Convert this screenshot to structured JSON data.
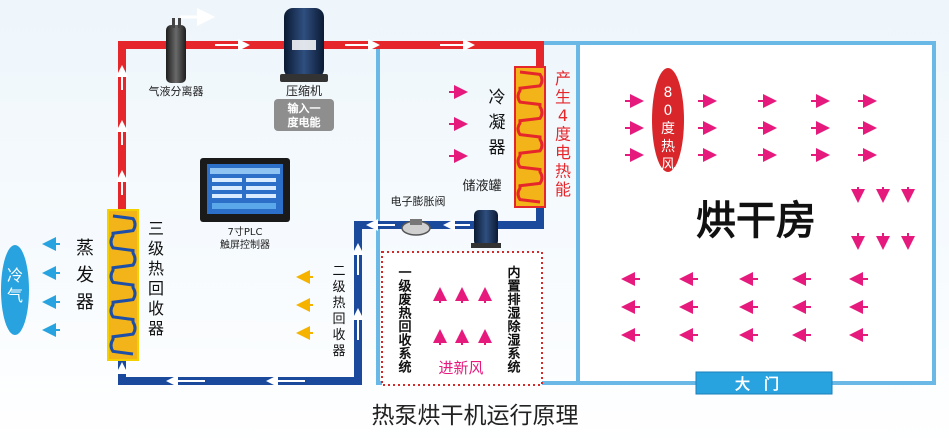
{
  "title": "热泵烘干机运行原理",
  "labels": {
    "separator": "气液分离器",
    "compressor": "压缩机",
    "compressor_power": "输入一度电能",
    "condenser": "冷凝器",
    "heat_output": "产生4度电热能",
    "hot_air_80": "80度热风",
    "drying_room": "烘干房",
    "door": "大门",
    "plc_controller": "7寸PLC触屏控制器",
    "expansion_valve": "电子膨胀阀",
    "receiver": "储液罐",
    "evaporator": "蒸发器",
    "cold_air": "冷气",
    "recovery_3": "三级热回收器",
    "recovery_2": "二级热回收器",
    "recovery_1": "一级废热回收系统",
    "dehumid": "内置排湿除湿系统",
    "fresh_air": "进新风"
  },
  "colors": {
    "hot_pipe": "#e5262b",
    "cold_pipe": "#1b4a9c",
    "room_border": "#69b8e6",
    "accent_magenta": "#e6197d",
    "accent_red": "#e5262b",
    "door_bg": "#29a3e0",
    "warm_arrow": "#f5b300",
    "coil": "#f2b418",
    "coil_wave": "#1e4fa8"
  }
}
